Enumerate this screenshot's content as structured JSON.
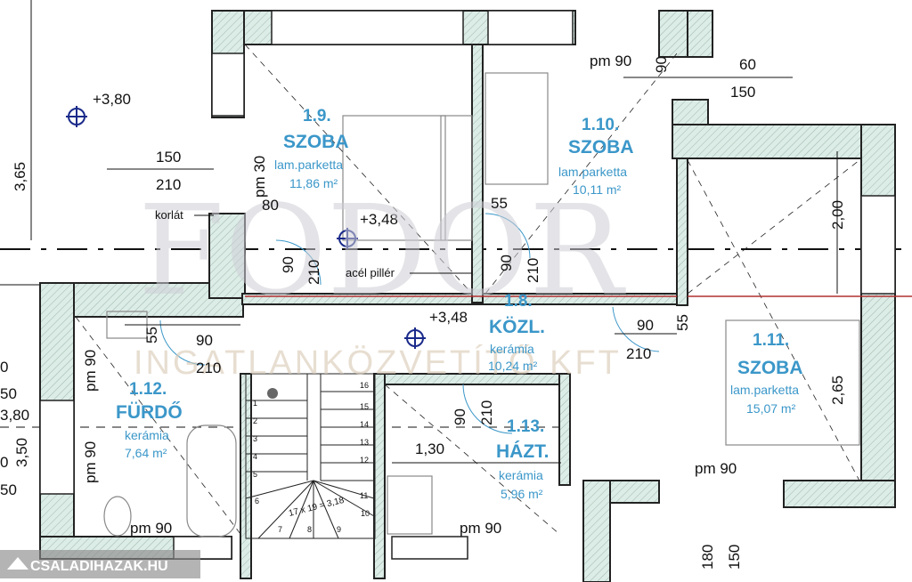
{
  "rooms": [
    {
      "id": "r19",
      "num": "1.9.",
      "name": "SZOBA",
      "floor": "lam.parketta",
      "area": "11,86 m²"
    },
    {
      "id": "r110",
      "num": "1.10.",
      "name": "SZOBA",
      "floor": "lam.parketta",
      "area": "10,11 m²"
    },
    {
      "id": "r111",
      "num": "1.11.",
      "name": "SZOBA",
      "floor": "lam.parketta",
      "area": "15,07 m²"
    },
    {
      "id": "r112",
      "num": "1.12.",
      "name": "FÜRDŐ",
      "floor": "kerámia",
      "area": "7,64 m²"
    },
    {
      "id": "r18",
      "num": "1.8.",
      "name": "KÖZL.",
      "floor": "kerámia",
      "area": "10,24 m²"
    },
    {
      "id": "r113",
      "num": "1.13.",
      "name": "HÁZT.",
      "floor": "kerámia",
      "area": "5,96 m²"
    }
  ],
  "levels": [
    "+3,80",
    "+3,48",
    "+3,48"
  ],
  "notes": {
    "railing": "korlát",
    "steel_pillar": "acél pillér",
    "stairs": "17 x 19 = 3,18"
  },
  "dims": {
    "d1": "150",
    "d2": "210",
    "d3": "3,65",
    "d4": "pm 30",
    "d5": "80",
    "d6": "90",
    "d7": "210",
    "d8": "pm 90",
    "d9": "60",
    "d10": "150",
    "d11": "90",
    "d12": "55",
    "d13": "90",
    "d14": "210",
    "d15": "2,00",
    "d16": "90",
    "d17": "55",
    "d18": "210",
    "d19": "55",
    "d20": "90",
    "d21": "210",
    "d22": "pm 90",
    "d23": "pm 90",
    "d24": "2,65",
    "d25": "90",
    "d26": "210",
    "d27": "1,30",
    "d28": "pm 90",
    "d29": "pm 90",
    "d30": "pm 90",
    "d31": "180",
    "d32": "150",
    "d33": "0",
    "d34": "50",
    "d35": "3,80",
    "d36": "3,50",
    "d37": "0",
    "d38": "50"
  },
  "stair_steps": [
    "1",
    "2",
    "3",
    "4",
    "5",
    "6",
    "7",
    "8",
    "9",
    "10",
    "11",
    "12",
    "13",
    "14",
    "15",
    "16"
  ],
  "watermark": {
    "brand": "FODOR",
    "sub": "INGATLANKÖZVETÍTŐ KFT"
  },
  "source_logo": "CSALADIHAZAK.HU",
  "colors": {
    "wall_fill": "#d9ebe4",
    "wall_stroke": "#222222",
    "label": "#3b97c9",
    "brick": "#b03030"
  }
}
